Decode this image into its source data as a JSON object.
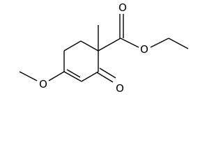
{
  "molecule": {
    "atom_labels": {
      "carbonyl_oxygen_top": "O",
      "ester_oxygen": "O",
      "ketone_oxygen": "O",
      "methoxy_oxygen": "O"
    }
  },
  "colors": {
    "bond": "#000000",
    "label": "#000000",
    "background": "#ffffff"
  }
}
